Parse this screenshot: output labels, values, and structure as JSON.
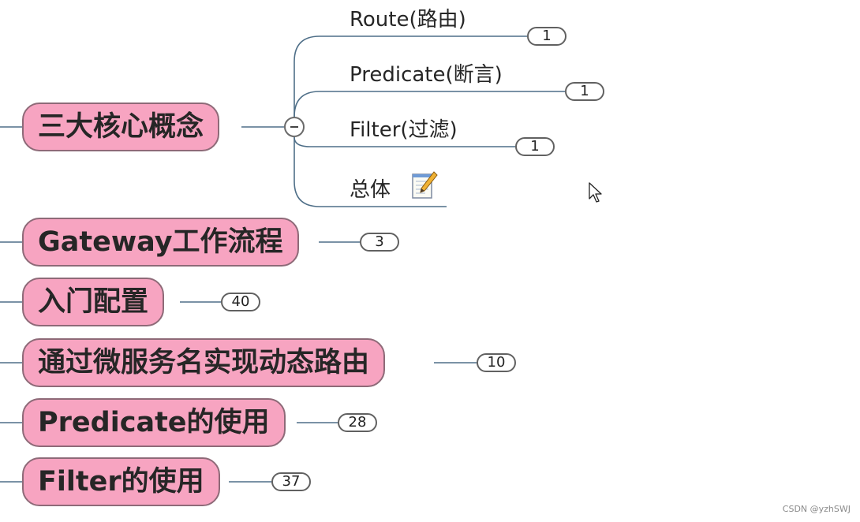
{
  "mindmap": {
    "topics": [
      {
        "label": "三大核心概念",
        "badge": null
      },
      {
        "label": "Gateway工作流程",
        "badge": "3"
      },
      {
        "label": "入门配置",
        "badge": "40"
      },
      {
        "label": "通过微服务名实现动态路由",
        "badge": "10"
      },
      {
        "label": "Predicate的使用",
        "badge": "28"
      },
      {
        "label": "Filter的使用",
        "badge": "37"
      }
    ],
    "subtopics": [
      {
        "label": "Route(路由)",
        "badge": "1"
      },
      {
        "label": "Predicate(断言)",
        "badge": "1"
      },
      {
        "label": "Filter(过滤)",
        "badge": "1"
      },
      {
        "label": "总体",
        "badge": null
      }
    ],
    "colors": {
      "topic_fill": "#f7a4c1",
      "topic_border": "#8e6a78",
      "line": "#4f6f88"
    }
  },
  "icons": {
    "collapse": "collapse-minus-icon",
    "note": "note-pencil-icon",
    "cursor": "mouse-cursor-icon"
  },
  "watermark": "CSDN @yzhSWJ"
}
